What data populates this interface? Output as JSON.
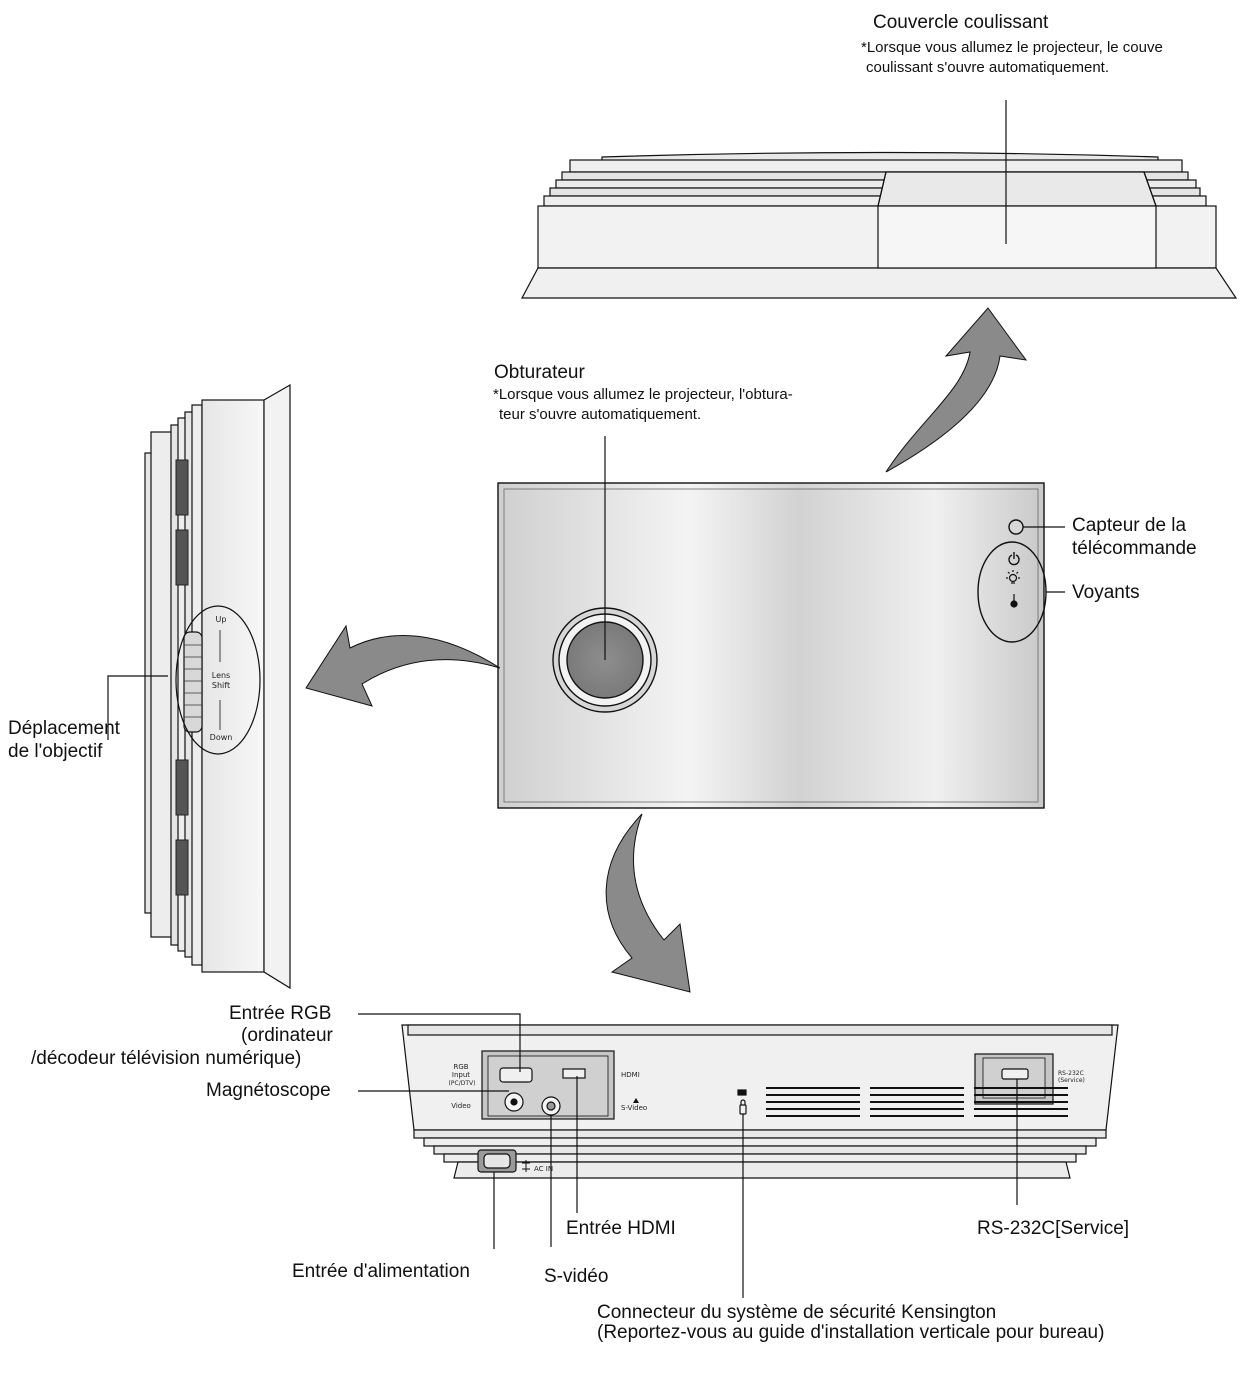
{
  "labels": {
    "sliding_cover": "Couvercle coulissant",
    "sliding_cover_note_1": "*Lorsque vous allumez le projecteur, le couve",
    "sliding_cover_note_2": "coulissant s'ouvre automatiquement.",
    "shutter": "Obturateur",
    "shutter_note_1": "*Lorsque vous allumez le projecteur, l'obtura-",
    "shutter_note_2": "teur s'ouvre automatiquement.",
    "remote_sensor_1": "Capteur de la",
    "remote_sensor_2": "télécommande",
    "indicators": "Voyants",
    "lens_shift_1": "Déplacement",
    "lens_shift_2": "de l'objectif",
    "rgb_input_1": "Entrée RGB",
    "rgb_input_2": "(ordinateur",
    "rgb_input_3": "/décodeur télévision numérique)",
    "vcr": "Magnétoscope",
    "hdmi_input": "Entrée HDMI",
    "rs232": "RS-232C[Service]",
    "power_input": "Entrée d'alimentation",
    "s_video": "S-vidéo",
    "kensington_1": "Connecteur du système de sécurité Kensington",
    "kensington_2": "(Reportez-vous au guide d'installation verticale pour bureau)"
  },
  "device_print": {
    "side_up": "Up",
    "side_lens": "Lens",
    "side_shift": "Shift",
    "side_down": "Down",
    "rear_rgb_1": "RGB",
    "rear_rgb_2": "Input",
    "rear_rgb_3": "(PC/DTV)",
    "rear_video": "Video",
    "rear_hdmi": "HDMI",
    "rear_svideo": "S-Video",
    "rear_rs232_1": "RS-232C",
    "rear_rs232_2": "(Service)",
    "rear_acin": "AC IN"
  },
  "colors": {
    "line": "#111111",
    "arrow_fill": "#8a8a8a",
    "body_light": "#f2f2f2",
    "body_mid": "#c8c8c8",
    "panel_dark": "#bdbdbd"
  },
  "icons": [
    "power-icon",
    "lamp-icon",
    "temperature-icon",
    "kensington-lock-icon",
    "ac-plug-icon"
  ]
}
